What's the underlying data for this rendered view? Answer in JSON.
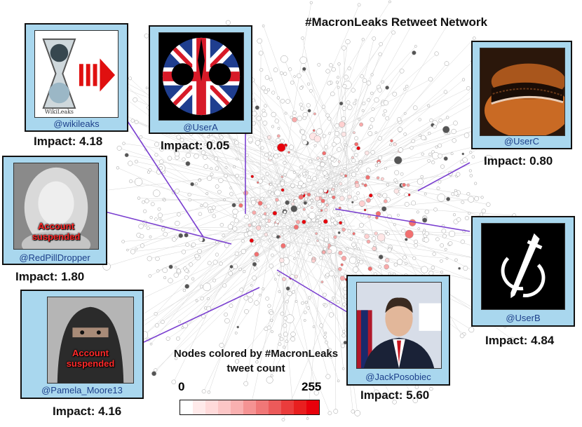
{
  "title": "#MacronLeaks Retweet Network",
  "colors": {
    "card_bg": "#a9d7ee",
    "handle_text": "#1c3f8a",
    "connector": "#7a3fd0",
    "node_outline": "#bdbdbd",
    "legend_low": "#ffffff",
    "legend_high": "#e8000b"
  },
  "legend": {
    "label": "Nodes colored by #MacronLeaks tweet count",
    "min": "0",
    "max": "255"
  },
  "accounts": [
    {
      "handle": "@wikileaks",
      "impact": "Impact: 4.18",
      "image": "wikileaks-hourglass-logo-with-red-arrow-icon",
      "badge": ""
    },
    {
      "handle": "@UserA",
      "impact": "Impact: 0.05",
      "image": "union-jack-rebel-alliance-emblem-icon",
      "badge": ""
    },
    {
      "handle": "@UserC",
      "impact": "Impact: 0.80",
      "image": "lace-stocking-photo",
      "badge": ""
    },
    {
      "handle": "@RedPillDropper",
      "impact": "Impact: 1.80",
      "image": "blonde-woman-portrait-photo",
      "badge": "Account suspended"
    },
    {
      "handle": "@UserB",
      "impact": "Impact: 4.84",
      "image": "dagger-symbol-on-black-icon",
      "badge": ""
    },
    {
      "handle": "@JackPosobiec",
      "impact": "Impact: 5.60",
      "image": "man-in-suit-portrait-photo",
      "badge": ""
    },
    {
      "handle": "@Pamela_Moore13",
      "impact": "Impact: 4.16",
      "image": "woman-in-niqab-photo",
      "badge": "Account suspended"
    }
  ]
}
